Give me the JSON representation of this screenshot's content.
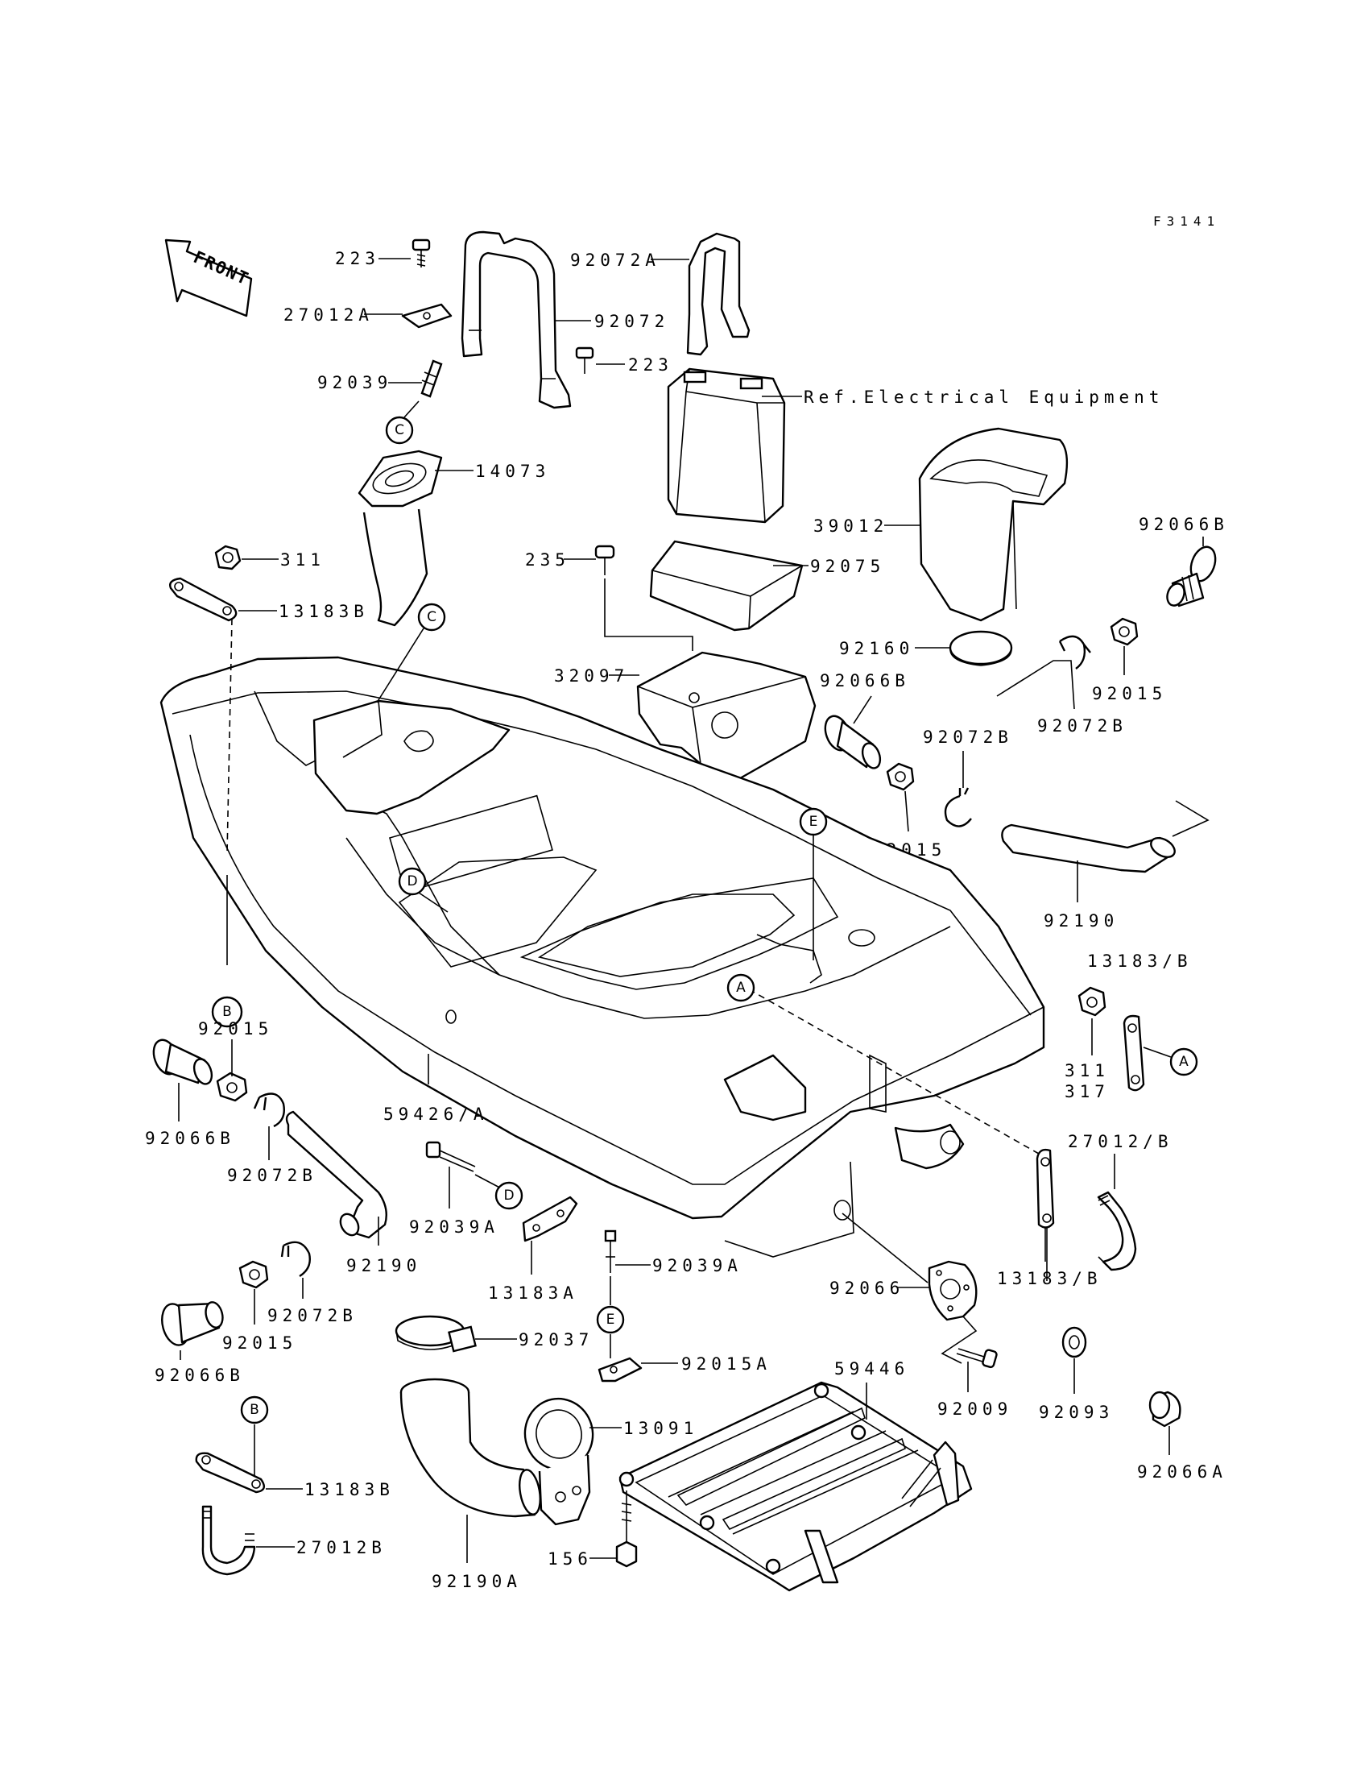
{
  "figure_code": "F3141",
  "front_marker": "FRONT",
  "ref_note": "Ref.Electrical Equipment",
  "callouts": {
    "p223a": "223",
    "p27012A": "27012A",
    "p92039": "92039",
    "p92072A": "92072A",
    "p92072": "92072",
    "p223b": "223",
    "p14073": "14073",
    "p311": "311",
    "p13183B_top": "13183B",
    "p39012": "39012",
    "p92066B_r": "92066B",
    "p235": "235",
    "p92075": "92075",
    "p92160": "92160",
    "p92015_r": "92015",
    "p92072B_r": "92072B",
    "p32097": "32097",
    "p92066B_m": "92066B",
    "p92072B_m": "92072B",
    "p92015_m": "92015",
    "p92190_r": "92190",
    "p13183B_r": "13183/B",
    "p311r": "311",
    "p317": "317",
    "p92015_l": "92015",
    "p92066B_l": "92066B",
    "p59426A": "59426/A",
    "p92072B_l": "92072B",
    "p27012B_r": "27012/B",
    "p92039A_l": "92039A",
    "p92190_l": "92190",
    "p13183A": "13183A",
    "p92039A_m": "92039A",
    "p92066": "92066",
    "p13183B_r2": "13183/B",
    "p92072B_l2": "92072B",
    "p92015_l2": "92015",
    "p92066B_l2": "92066B",
    "p92037": "92037",
    "p92015A": "92015A",
    "p59446": "59446",
    "p92009": "92009",
    "p92093": "92093",
    "p92066A": "92066A",
    "p13091": "13091",
    "p13183B_b": "13183B",
    "p27012B_b": "27012B",
    "p156": "156",
    "p92190A": "92190A"
  },
  "markers": {
    "A": "A",
    "B": "B",
    "C": "C",
    "D": "D",
    "E": "E"
  }
}
